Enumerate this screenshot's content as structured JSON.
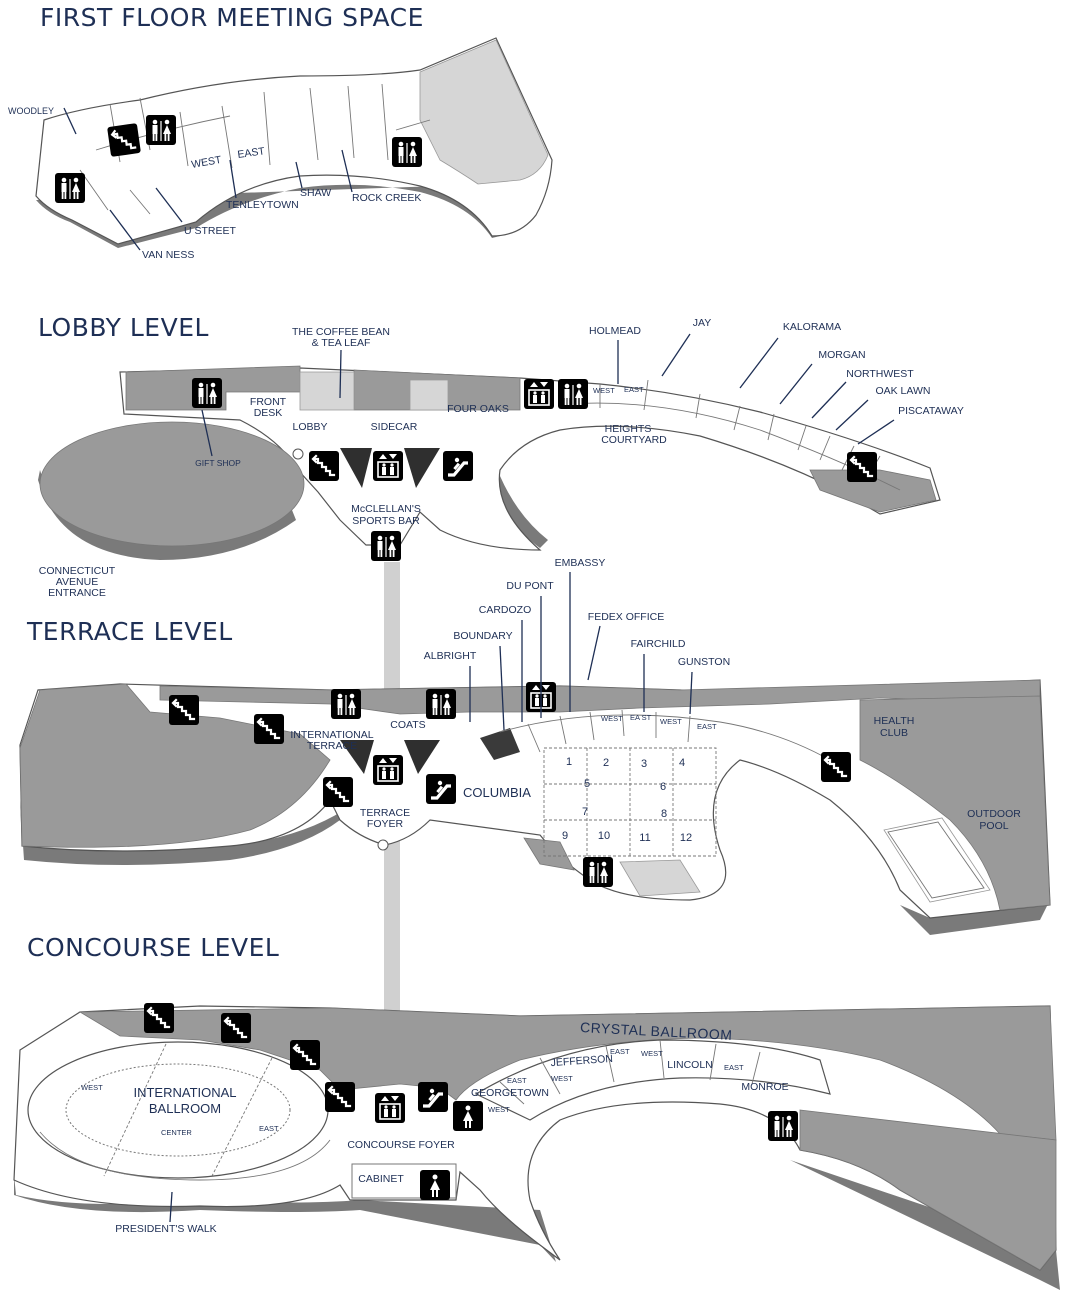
{
  "levels": {
    "first_floor": {
      "title": "FIRST FLOOR MEETING SPACE",
      "rooms": {
        "woodley": "WOODLEY",
        "west": "WEST",
        "east": "EAST",
        "tenleytown": "TENLEYTOWN",
        "shaw": "SHAW",
        "rock_creek": "ROCK CREEK",
        "u_street": "U STREET",
        "van_ness": "VAN NESS"
      }
    },
    "lobby": {
      "title": "LOBBY LEVEL",
      "rooms": {
        "coffee_bean_1": "THE COFFEE BEAN",
        "coffee_bean_2": "& TEA LEAF",
        "front_desk_1": "FRONT",
        "front_desk_2": "DESK",
        "lobby": "LOBBY",
        "sidecar": "SIDECAR",
        "four_oaks": "FOUR OAKS",
        "gift_shop": "GIFT SHOP",
        "mcclellans_1": "McCLELLAN'S",
        "mcclellans_2": "SPORTS BAR",
        "holmead": "HOLMEAD",
        "holmead_west": "WEST",
        "holmead_east": "EAST",
        "jay": "JAY",
        "kalorama": "KALORAMA",
        "morgan": "MORGAN",
        "northwest": "NORTHWEST",
        "oak_lawn": "OAK LAWN",
        "piscataway": "PISCATAWAY",
        "heights_courtyard_1": "HEIGHTS",
        "heights_courtyard_2": "COURTYARD",
        "connecticut_1": "CONNECTICUT",
        "connecticut_2": "AVENUE",
        "connecticut_3": "ENTRANCE"
      }
    },
    "terrace": {
      "title": "TERRACE LEVEL",
      "rooms": {
        "embassy": "EMBASSY",
        "du_pont": "DU PONT",
        "cardozo": "CARDOZO",
        "fedex": "FEDEX OFFICE",
        "boundary": "BOUNDARY",
        "fairchild": "FAIRCHILD",
        "albright": "ALBRIGHT",
        "gunston": "GUNSTON",
        "coats": "COATS",
        "intl_terrace_1": "INTERNATIONAL",
        "intl_terrace_2": "TERRACE",
        "terrace_foyer_1": "TERRACE",
        "terrace_foyer_2": "FOYER",
        "columbia": "COLUMBIA",
        "west_1": "WEST",
        "east_1": "EA ST",
        "west_2": "WEST",
        "east_2": "EAST",
        "health_club_1": "HEALTH",
        "health_club_2": "CLUB",
        "outdoor_pool_1": "OUTDOOR",
        "outdoor_pool_2": "POOL"
      },
      "columbia_sections": [
        "1",
        "2",
        "3",
        "4",
        "5",
        "6",
        "7",
        "8",
        "9",
        "10",
        "11",
        "12"
      ]
    },
    "concourse": {
      "title": "CONCOURSE LEVEL",
      "rooms": {
        "crystal_ballroom": "CRYSTAL BALLROOM",
        "jefferson": "JEFFERSON",
        "jefferson_east": "EAST",
        "jefferson_west": "WEST",
        "lincoln": "LINCOLN",
        "lincoln_east": "EAST",
        "monroe": "MONROE",
        "georgetown": "GEORGETOWN",
        "georgetown_east": "EAST",
        "georgetown_west": "WEST",
        "intl_ballroom_1": "INTERNATIONAL",
        "intl_ballroom_2": "BALLROOM",
        "ib_west": "WEST",
        "ib_center": "CENTER",
        "ib_east": "EAST",
        "concourse_foyer": "CONCOURSE FOYER",
        "cabinet": "CABINET",
        "presidents_walk": "PRESIDENT'S WALK"
      }
    }
  },
  "colors": {
    "label_navy": "#1e2f55",
    "icon_grey": "#6b6b6b",
    "icon_blue": "#2d72c4",
    "floor_grey": "#9a9a9a"
  },
  "icons": [
    "restroom-icon",
    "stairs-icon",
    "elevator-icon",
    "escalator-icon"
  ]
}
